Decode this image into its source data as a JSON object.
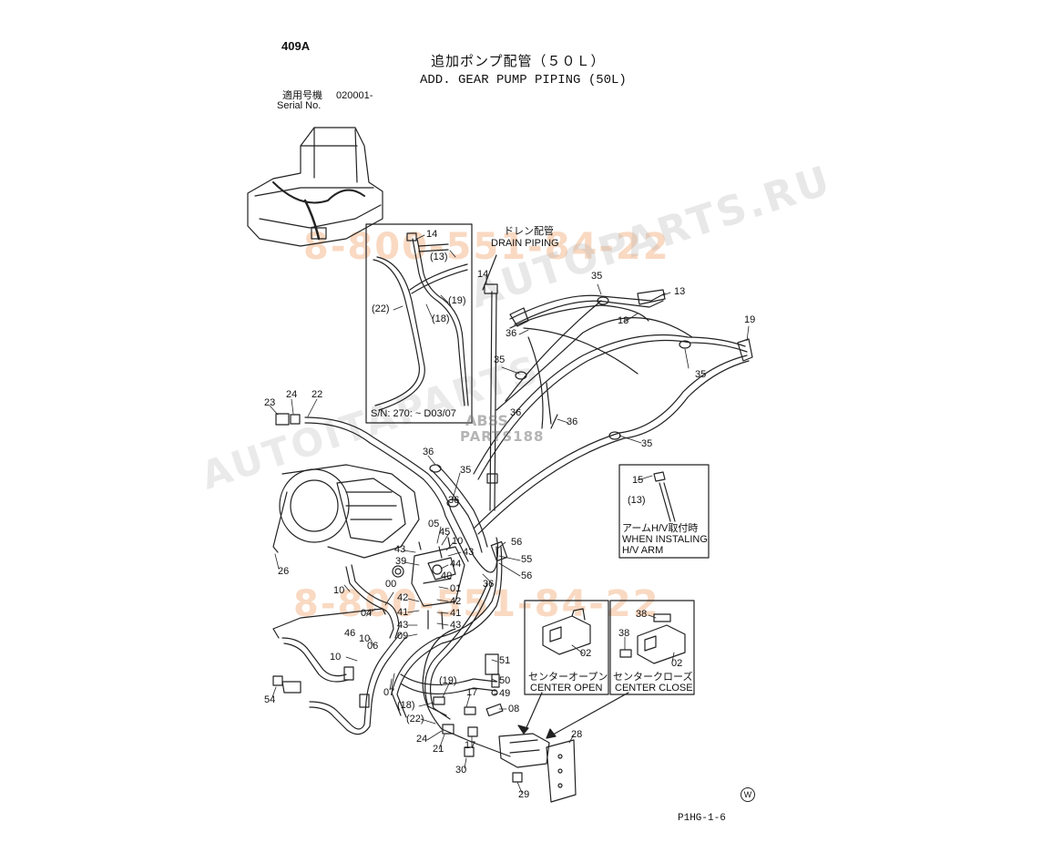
{
  "header": {
    "page_number": "409A",
    "title_jp": "追加ポンプ配管（５０Ｌ）",
    "title_en": "ADD. GEAR PUMP PIPING (50L)",
    "serial_label_jp": "適用号機",
    "serial_value": "020001-",
    "serial_label_en": "Serial No."
  },
  "inset_hose": {
    "note": "S/N: 270: ~ D03/07"
  },
  "drain": {
    "label_jp": "ドレン配管",
    "label_en": "DRAIN PIPING"
  },
  "inset_arm": {
    "label_jp": "アームH/V取付時",
    "label_en1": "WHEN INSTALING",
    "label_en2": "H/V ARM"
  },
  "inset_center_open": {
    "label_jp": "センターオープン",
    "label_en": "CENTER OPEN"
  },
  "inset_center_close": {
    "label_jp": "センタークローズ",
    "label_en": "CENTER CLOSE"
  },
  "footer": {
    "code": "P1HG-1-6",
    "mark": "W"
  },
  "watermarks": {
    "phone": "8-800-551-84-22",
    "site": "AUTOPARTS.RU",
    "brand": "AUTOITAPARTS",
    "logo_line1": "ABSS",
    "logo_line2": "PARTS188"
  },
  "callouts": [
    {
      "id": "14a",
      "text": "14"
    },
    {
      "id": "13a",
      "text": "(13)"
    },
    {
      "id": "19a",
      "text": "(19)"
    },
    {
      "id": "18a",
      "text": "(18)"
    },
    {
      "id": "22a",
      "text": "(22)"
    },
    {
      "id": "14b",
      "text": "14"
    },
    {
      "id": "35a",
      "text": "35"
    },
    {
      "id": "13b",
      "text": "13"
    },
    {
      "id": "18b",
      "text": "18"
    },
    {
      "id": "19b",
      "text": "19"
    },
    {
      "id": "36a",
      "text": "36"
    },
    {
      "id": "35b",
      "text": "35"
    },
    {
      "id": "35c",
      "text": "35"
    },
    {
      "id": "36b",
      "text": "36"
    },
    {
      "id": "36c",
      "text": "36"
    },
    {
      "id": "35d",
      "text": "35"
    },
    {
      "id": "23",
      "text": "23"
    },
    {
      "id": "24a",
      "text": "24"
    },
    {
      "id": "22b",
      "text": "22"
    },
    {
      "id": "36d",
      "text": "36"
    },
    {
      "id": "35e",
      "text": "35"
    },
    {
      "id": "15",
      "text": "15"
    },
    {
      "id": "13c",
      "text": "(13)"
    },
    {
      "id": "36e",
      "text": "36"
    },
    {
      "id": "05",
      "text": "05"
    },
    {
      "id": "45",
      "text": "45"
    },
    {
      "id": "10a",
      "text": "10"
    },
    {
      "id": "43a",
      "text": "43"
    },
    {
      "id": "43b",
      "text": "43"
    },
    {
      "id": "39",
      "text": "39"
    },
    {
      "id": "44",
      "text": "44"
    },
    {
      "id": "56a",
      "text": "56"
    },
    {
      "id": "55",
      "text": "55"
    },
    {
      "id": "56b",
      "text": "56"
    },
    {
      "id": "36f",
      "text": "36"
    },
    {
      "id": "26",
      "text": "26"
    },
    {
      "id": "10b",
      "text": "10"
    },
    {
      "id": "00",
      "text": "00"
    },
    {
      "id": "01",
      "text": "01"
    },
    {
      "id": "04",
      "text": "04"
    },
    {
      "id": "42a",
      "text": "42"
    },
    {
      "id": "42b",
      "text": "42"
    },
    {
      "id": "41a",
      "text": "41"
    },
    {
      "id": "41b",
      "text": "41"
    },
    {
      "id": "43c",
      "text": "43"
    },
    {
      "id": "43d",
      "text": "43"
    },
    {
      "id": "40",
      "text": "40"
    },
    {
      "id": "09",
      "text": "09"
    },
    {
      "id": "46",
      "text": "46"
    },
    {
      "id": "06",
      "text": "06"
    },
    {
      "id": "10c",
      "text": "10"
    },
    {
      "id": "10d",
      "text": "10"
    },
    {
      "id": "07",
      "text": "07"
    },
    {
      "id": "51",
      "text": "51"
    },
    {
      "id": "50",
      "text": "50"
    },
    {
      "id": "49",
      "text": "49"
    },
    {
      "id": "19c",
      "text": "(19)"
    },
    {
      "id": "17a",
      "text": "17"
    },
    {
      "id": "08",
      "text": "08"
    },
    {
      "id": "18c",
      "text": "(18)"
    },
    {
      "id": "22c",
      "text": "(22)"
    },
    {
      "id": "54",
      "text": "54"
    },
    {
      "id": "24b",
      "text": "24"
    },
    {
      "id": "21",
      "text": "21"
    },
    {
      "id": "17b",
      "text": "17"
    },
    {
      "id": "30",
      "text": "30"
    },
    {
      "id": "28",
      "text": "28"
    },
    {
      "id": "29",
      "text": "29"
    },
    {
      "id": "02a",
      "text": "02"
    },
    {
      "id": "02b",
      "text": "02"
    },
    {
      "id": "38a",
      "text": "38"
    },
    {
      "id": "38b",
      "text": "38"
    }
  ]
}
